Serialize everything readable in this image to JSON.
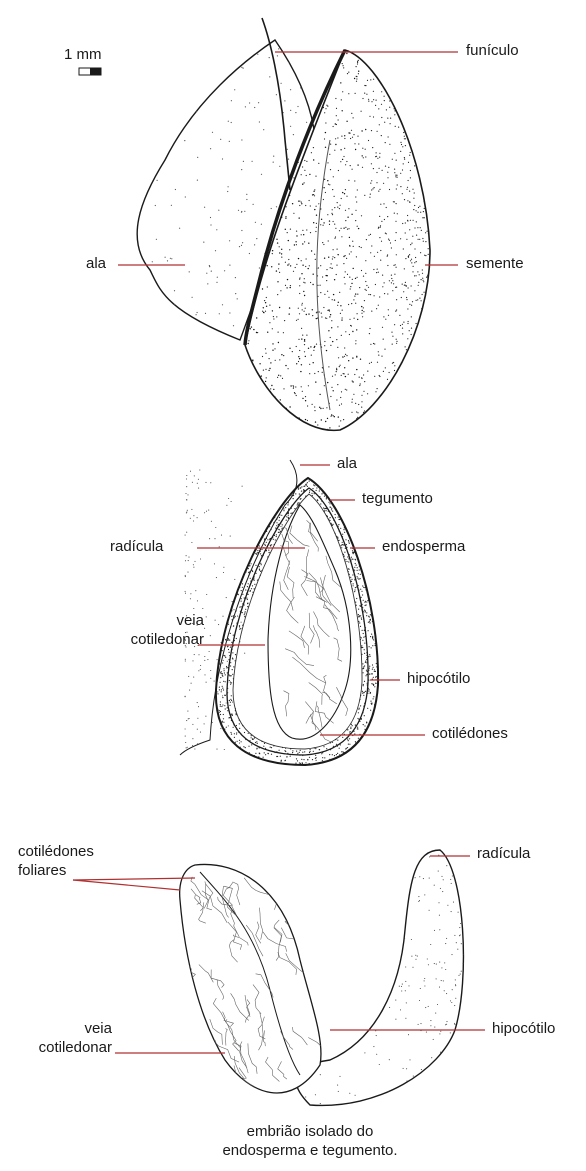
{
  "scale_bar": {
    "label": "1 mm"
  },
  "colors": {
    "leader": "#b03030",
    "ink": "#1a1a1a",
    "paper": "#ffffff"
  },
  "figures": {
    "seed_with_wing": {
      "labels": {
        "funiculo": "funículo",
        "ala": "ala",
        "semente": "semente"
      }
    },
    "seed_section": {
      "labels": {
        "ala": "ala",
        "tegumento": "tegumento",
        "radicula": "radícula",
        "endosperma": "endosperma",
        "veia_line1": "veia",
        "veia_line2": "cotiledonar",
        "hipocotilo": "hipocótilo",
        "cotiledones": "cotilédones"
      }
    },
    "isolated_embryo": {
      "labels": {
        "cotiledones_line1": "cotilédones",
        "cotiledones_line2": "foliares",
        "radicula": "radícula",
        "veia_line1": "veia",
        "veia_line2": "cotiledonar",
        "hipocotilo": "hipocótilo"
      },
      "caption_line1": "embrião isolado do",
      "caption_line2": "endosperma e tegumento."
    }
  }
}
